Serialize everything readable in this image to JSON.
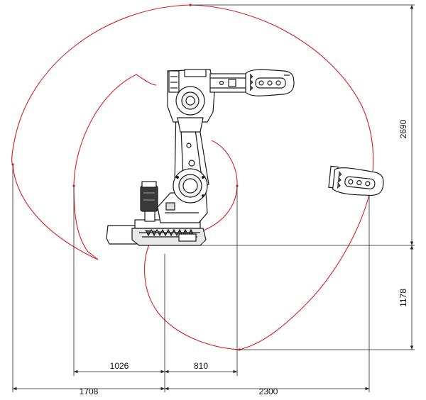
{
  "colors": {
    "envelope": "#d42027",
    "dimension_line": "#222222",
    "robot_outline": "#1a1a1a",
    "robot_fill": "#ffffff",
    "robot_shade": "#cfcfcf",
    "background": "#ffffff"
  },
  "dimensions": {
    "vertical_upper": "2690",
    "vertical_lower": "1178",
    "inner_left": "1026",
    "inner_right": "810",
    "outer_left": "1708",
    "outer_right": "2300"
  }
}
